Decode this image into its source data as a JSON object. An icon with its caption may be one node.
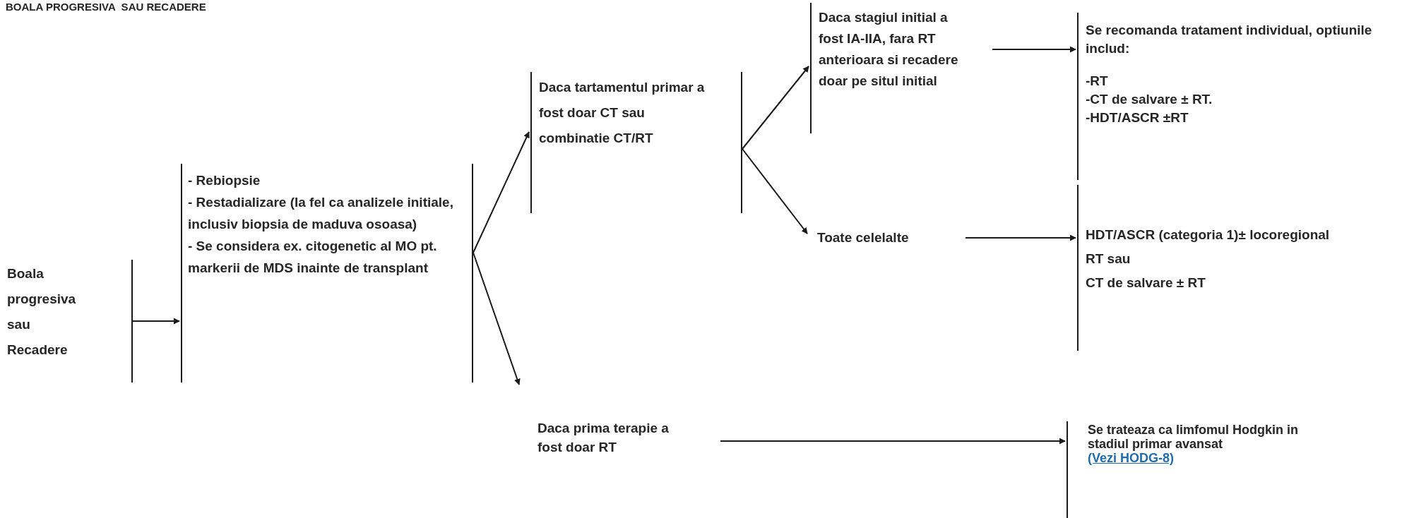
{
  "diagram": {
    "title": "BOALA PROGRESIVA  SAU RECADERE",
    "nodes": [
      {
        "text": [
          "Boala progresiva sau Recadere"
        ]
      },
      {
        "text": [
          "- Rebiopsie",
          "- Restadializare (la fel ca analizele initiale, inclusiv biopsia de maduva osoasa)",
          "- Se considera ex. citogenetic al MO pt. markerii de MDS inainte de transplant"
        ]
      },
      {
        "text": [
          "Daca tartamentul primar a fost doar CT sau combinatie CT/RT"
        ]
      },
      {
        "text": [
          "Daca stagiul initial a fost IA-IIA, fara RT anterioara si recadere doar pe situl initial"
        ]
      },
      {
        "text": [
          "Toate celelalte"
        ]
      },
      {
        "text": [
          "Se recomanda tratament individual, optiunile includ:",
          "-RT",
          "-CT de salvare ± RT.",
          "-HDT/ASCR ±RT"
        ]
      },
      {
        "text": [
          "HDT/ASCR (categoria 1)± locoregional",
          "RT sau",
          "CT de salvare ± RT"
        ]
      },
      {
        "text": [
          "Daca prima terapie a fost doar RT"
        ]
      },
      {
        "text": [
          "Se trateaza ca limfomul Hodgkin in stadiul primar avansat",
          "(Vezi HODG-8)"
        ]
      }
    ],
    "edges": [
      {
        "from": 0,
        "to": 1,
        "arrow": "to"
      },
      {
        "from": 1,
        "to": 2,
        "arrow": "to"
      },
      {
        "from": 1,
        "to": 7,
        "arrow": "to"
      },
      {
        "from": 2,
        "to": 3,
        "arrow": "to"
      },
      {
        "from": 2,
        "to": 4,
        "arrow": "to"
      },
      {
        "from": 3,
        "to": 5,
        "arrow": "to"
      },
      {
        "from": 4,
        "to": 6,
        "arrow": "to"
      },
      {
        "from": 7,
        "to": 8,
        "arrow": "to"
      }
    ]
  }
}
